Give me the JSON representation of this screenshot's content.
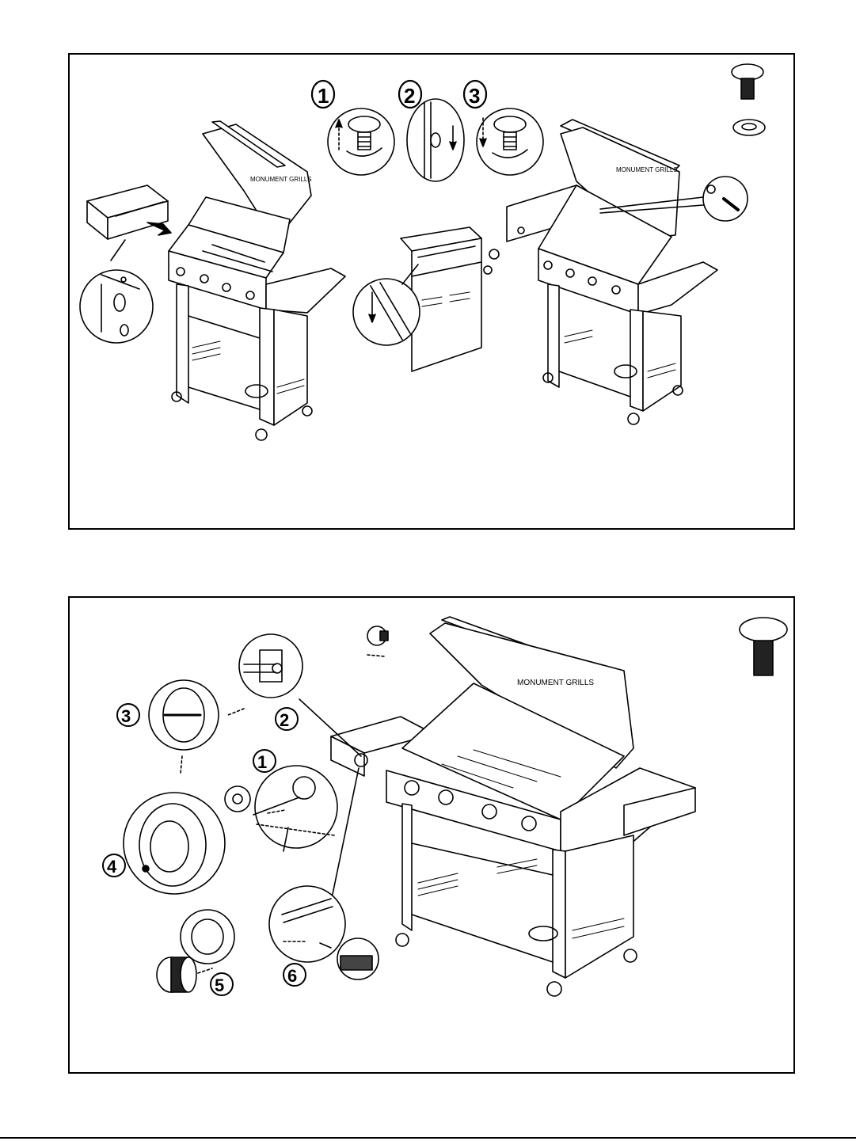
{
  "top_panel": {
    "steps": [
      "1",
      "2",
      "3"
    ],
    "hardware": [
      "screw-icon",
      "washer-icon"
    ],
    "lid_brand_text": "MONUMENT GRILLS"
  },
  "bottom_panel": {
    "steps": [
      "1",
      "2",
      "3",
      "4",
      "5",
      "6"
    ],
    "hardware": [
      "screw-icon"
    ],
    "lid_brand_text": "MONUMENT GRILLS"
  },
  "colors": {
    "line": "#000000",
    "background": "#ffffff"
  }
}
